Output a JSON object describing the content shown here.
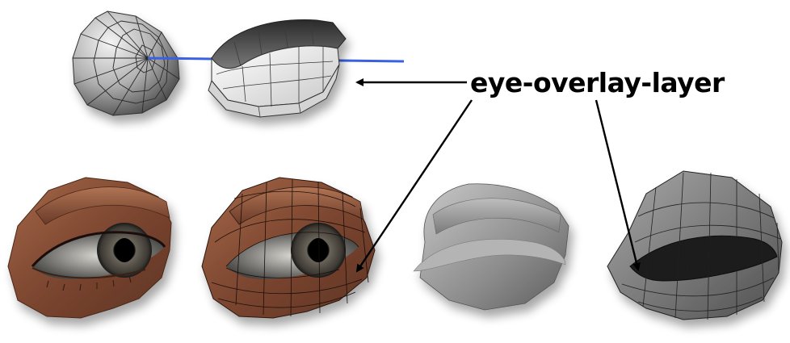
{
  "annotation": {
    "label": "eye-overlay-layer"
  },
  "colors": {
    "background": "#ffffff",
    "mesh_gray": "#8e8e8e",
    "skin_brown": "#8a5038",
    "iris": "#4a4640",
    "pupil": "#000000",
    "axis_line": "#3a62e0",
    "arrow": "#000000"
  },
  "figures": [
    "eyeball-wireframe",
    "overlay-shell-wireframe",
    "textured-eye",
    "textured-eye-wireframe",
    "gray-eye-shell",
    "gray-eye-wireframe"
  ]
}
